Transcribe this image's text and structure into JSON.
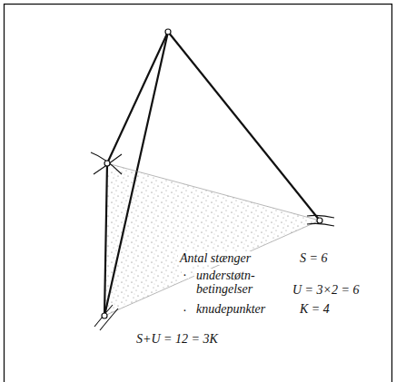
{
  "diagram": {
    "labels": [
      "Antal stænger",
      "S = 6",
      ".",
      "understøtn- betingelser",
      "U = 3×2 = 6",
      ".",
      "knudepunkter",
      "K = 4",
      "S+U = 12 = 3K"
    ]
  }
}
